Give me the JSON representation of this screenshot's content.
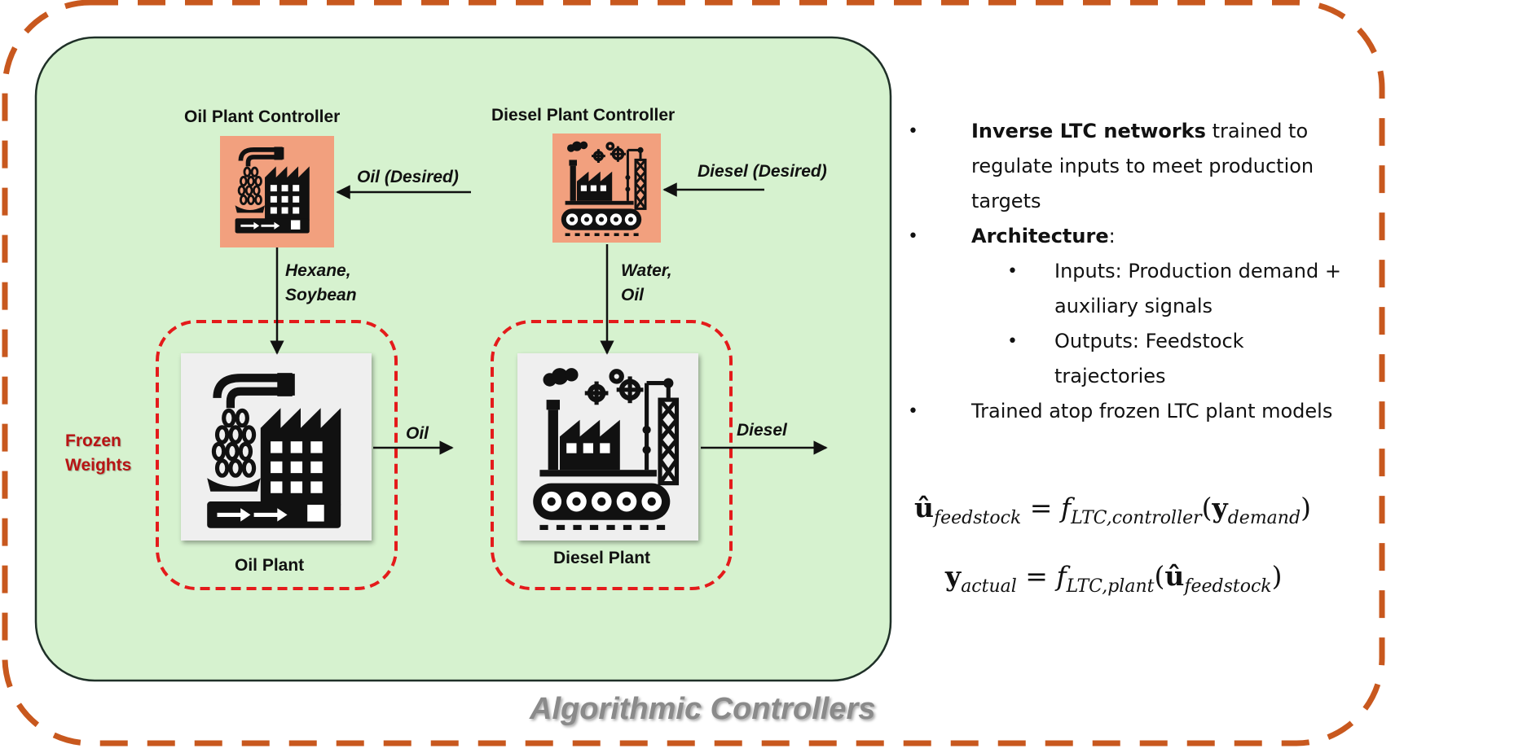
{
  "controllers": {
    "oil": {
      "title": "Oil Plant Controller",
      "input_label": "Oil (Desired)",
      "output_label_line1": "Hexane,",
      "output_label_line2": "Soybean",
      "icon": "oil-factory-icon"
    },
    "diesel": {
      "title": "Diesel Plant Controller",
      "input_label": "Diesel (Desired)",
      "output_label_line1": "Water,",
      "output_label_line2": "Oil",
      "icon": "diesel-factory-icon"
    }
  },
  "plants": {
    "oil": {
      "title": "Oil Plant",
      "output_label": "Oil",
      "icon": "oil-factory-icon"
    },
    "diesel": {
      "title": "Diesel Plant",
      "output_label": "Diesel",
      "icon": "diesel-factory-icon"
    }
  },
  "frozen": {
    "line1": "Frozen",
    "line2": "Weights"
  },
  "caption": "Algorithmic Controllers",
  "bullets": {
    "b1_bold": "Inverse LTC networks",
    "b1_rest": " trained to",
    "b1_line2": "regulate inputs to meet production",
    "b1_line3": "targets",
    "b2_bold": "Architecture",
    "b2_rest": ":",
    "sub1_line1": "Inputs: Production demand +",
    "sub1_line2": "auxiliary signals",
    "sub2_line1": "Outputs: Feedstock",
    "sub2_line2": "trajectories",
    "b3": "Trained atop frozen LTC plant models"
  },
  "equations": {
    "eq1": {
      "lhs_symbol": "û",
      "lhs_sub": "feedstock",
      "equals": "=",
      "func": "f",
      "func_sub": "LTC,controller",
      "arg_symbol": "y",
      "arg_sub": "demand"
    },
    "eq2": {
      "lhs_symbol": "y",
      "lhs_sub": "actual",
      "equals": "=",
      "func": "f",
      "func_sub": "LTC,plant",
      "arg_symbol": "û",
      "arg_sub": "feedstock"
    }
  },
  "colors": {
    "outer_border": "#c8581e",
    "panel_fill": "#d6f2cf",
    "panel_border": "#1f3028",
    "controller_fill": "#f2a07e",
    "plant_card_fill": "#efefef",
    "frozen_dash": "#e41b1b",
    "frozen_text": "#b81414",
    "caption": "#8a8a8a"
  }
}
